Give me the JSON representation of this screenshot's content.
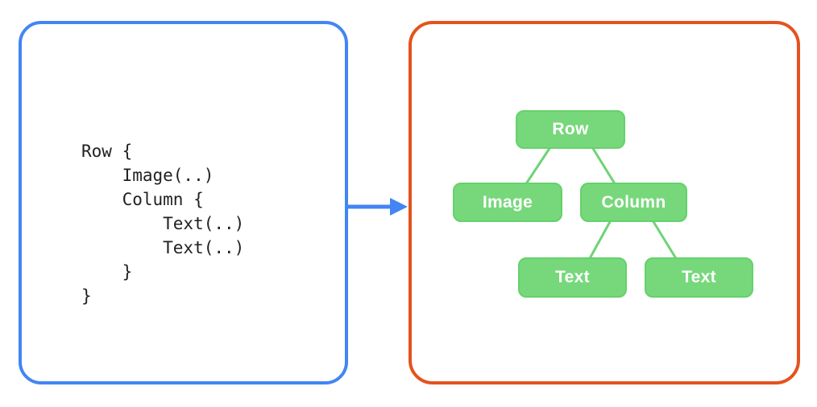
{
  "left_panel": {
    "type": "code-block",
    "border_color": "#4285F4",
    "code": "Row {\n    Image(..)\n    Column {\n        Text(..)\n        Text(..)\n    }\n}"
  },
  "arrow": {
    "direction": "right",
    "color": "#4285F4",
    "meaning": "code transforms into UI tree"
  },
  "right_panel": {
    "type": "ui-tree-diagram",
    "border_color": "#E5521D",
    "tree": {
      "node_fill": "#77D87B",
      "node_border": "#65D16C",
      "node_text_color": "#FFFFFF",
      "edge_color": "#6FD375",
      "nodes": [
        {
          "id": "row",
          "label": "Row",
          "level": 0
        },
        {
          "id": "image",
          "label": "Image",
          "level": 1
        },
        {
          "id": "column",
          "label": "Column",
          "level": 1
        },
        {
          "id": "text1",
          "label": "Text",
          "level": 2
        },
        {
          "id": "text2",
          "label": "Text",
          "level": 2
        }
      ],
      "edges": [
        {
          "from": "Row",
          "to": "Image"
        },
        {
          "from": "Row",
          "to": "Column"
        },
        {
          "from": "Column",
          "to": "Text"
        },
        {
          "from": "Column",
          "to": "Text"
        }
      ]
    }
  }
}
